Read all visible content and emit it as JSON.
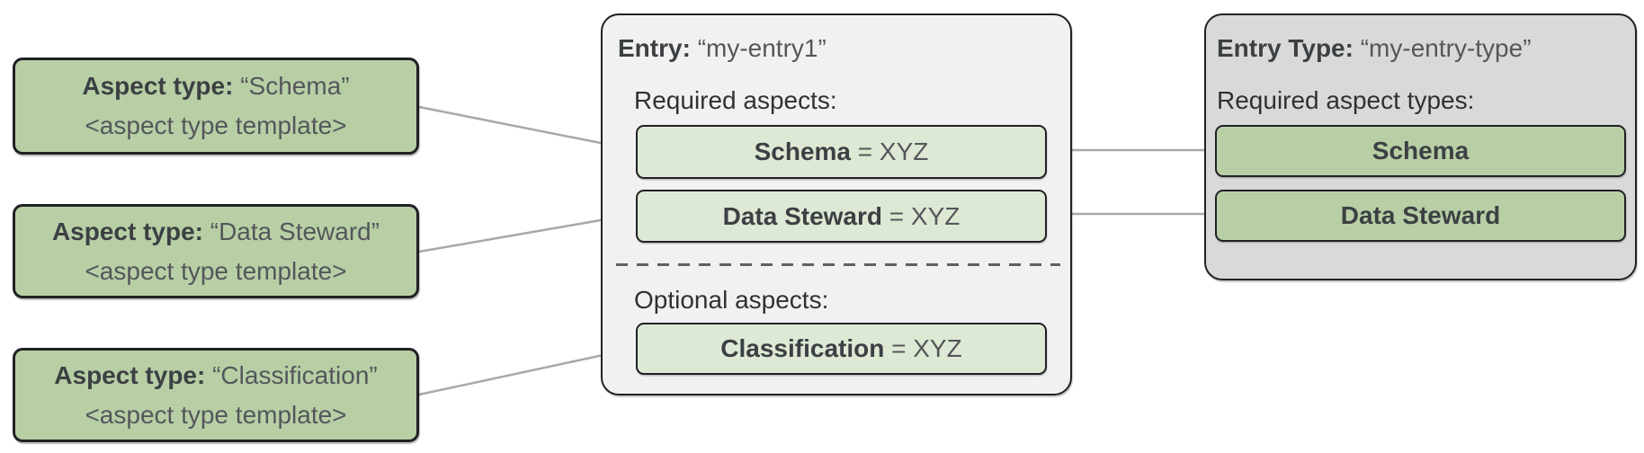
{
  "aspect_type_boxes": [
    {
      "label": "Aspect type:",
      "name": "“Schema”",
      "template": "<aspect type template>"
    },
    {
      "label": "Aspect type:",
      "name": "“Data Steward”",
      "template": "<aspect type template>"
    },
    {
      "label": "Aspect type:",
      "name": "“Classification”",
      "template": "<aspect type template>"
    }
  ],
  "entry": {
    "label": "Entry:",
    "name": "“my-entry1”",
    "required_heading": "Required aspects:",
    "required_aspects": [
      {
        "name": "Schema",
        "value": "= XYZ"
      },
      {
        "name": "Data Steward",
        "value": "= XYZ"
      }
    ],
    "optional_heading": "Optional aspects:",
    "optional_aspects": [
      {
        "name": "Classification",
        "value": "= XYZ"
      }
    ]
  },
  "entry_type": {
    "label": "Entry Type:",
    "name": "“my-entry-type”",
    "heading": "Required aspect types:",
    "aspect_types": [
      {
        "name": "Schema"
      },
      {
        "name": "Data Steward"
      }
    ]
  },
  "colors": {
    "green_strong": "#b8cfa6",
    "green_light": "#dde9d4",
    "panel_light": "#f1f1f2",
    "panel_gray": "#d9d9d9",
    "border_dark": "#202124",
    "connector_gray": "#a8a8a8",
    "dash_gray": "#5f6062",
    "text_bold": "#3c4043",
    "text_regular": "#54575a"
  }
}
